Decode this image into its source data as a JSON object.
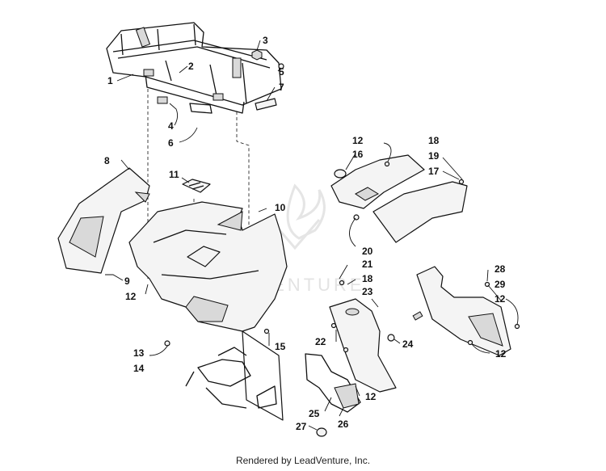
{
  "footer": {
    "text": "Rendered by LeadVenture, Inc."
  },
  "watermark": {
    "text": "LEADVENTURE"
  },
  "callouts": {
    "c1": "1",
    "c2": "2",
    "c3": "3",
    "c4": "4",
    "c5": "5",
    "c6": "6",
    "c7": "7",
    "c8": "8",
    "c9": "9",
    "c10": "10",
    "c11": "11",
    "c12a": "12",
    "c12b": "12",
    "c12c": "12",
    "c12d": "12",
    "c12e": "12",
    "c13": "13",
    "c14": "14",
    "c15": "15",
    "c16": "16",
    "c17": "17",
    "c18a": "18",
    "c18b": "18",
    "c19": "19",
    "c20": "20",
    "c21": "21",
    "c22": "22",
    "c23": "23",
    "c24": "24",
    "c25": "25",
    "c26": "26",
    "c27": "27",
    "c28": "28",
    "c29": "29"
  },
  "colors": {
    "line": "#111111",
    "part_fill": "#f4f4f4",
    "shade": "#d9d9d9",
    "watermark": "#e3e3e3"
  }
}
